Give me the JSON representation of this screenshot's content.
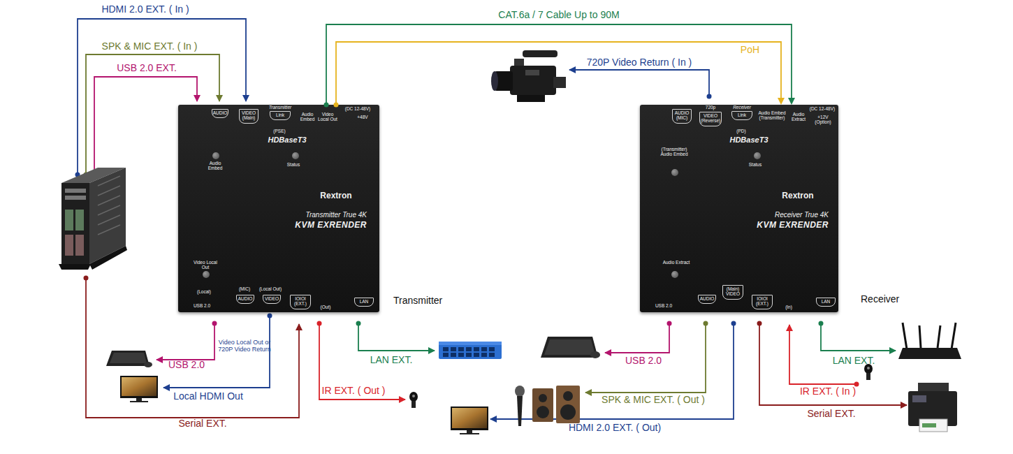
{
  "diagram": {
    "nodes": [
      {
        "text": [
          "Transmitter",
          "AUDIO",
          "VIDEO (Main)",
          "Transmitter",
          "Link",
          "(PSE)",
          "Audio Embed",
          "Video Local Out",
          "(DC 12-48V)",
          "+48V",
          "HDBaseT3",
          "Audio Embed",
          "Status",
          "Rextron",
          "Transmitter True 4K",
          "KVM EXRENDER",
          "Video Local Out",
          "(Local)",
          "USB 2.0",
          "(MIC)",
          "AUDIO",
          "(Local Out)",
          "VIDEO",
          "IOIOI (EXT.)",
          "(Out)",
          "LAN"
        ]
      },
      {
        "text": [
          "Receiver",
          "AUDIO (MIC)",
          "720p",
          "VIDEO (Reverse)",
          "Receiver",
          "Link",
          "(PD)",
          "Audio Embed (Transmitter)",
          "Audio Extract",
          "(DC 12-48V)",
          "+12V (Option)",
          "HDBaseT3",
          "(Transmitter) Audio Embed",
          "Status",
          "Rextron",
          "Receiver True 4K",
          "KVM EXRENDER",
          "Audio Extract",
          "USB 2.0",
          "AUDIO",
          "(Main) VIDEO",
          "IOIOI (EXT.)",
          "(In)",
          "LAN"
        ]
      }
    ],
    "edges": [
      {
        "from": 0,
        "to": 1,
        "arrow": "to",
        "label": "CAT.6a / 7 Cable Up to 90M"
      },
      {
        "from": 0,
        "to": 1,
        "arrow": "to",
        "label": "PoH"
      }
    ],
    "labels": [
      "HDMI 2.0 EXT. ( In )",
      "SPK & MIC EXT. ( In )",
      "USB 2.0 EXT.",
      "720P Video Return ( In )",
      "USB 2.0",
      "Video Local Out or 720P Video Return",
      "Local HDMI Out",
      "Serial EXT.",
      "IR EXT. ( Out )",
      "LAN EXT.",
      "USB 2.0",
      "SPK & MIC EXT. ( Out )",
      "HDMI 2.0 EXT. ( Out)",
      "IR EXT. ( In )",
      "Serial EXT.",
      "LAN EXT."
    ]
  }
}
